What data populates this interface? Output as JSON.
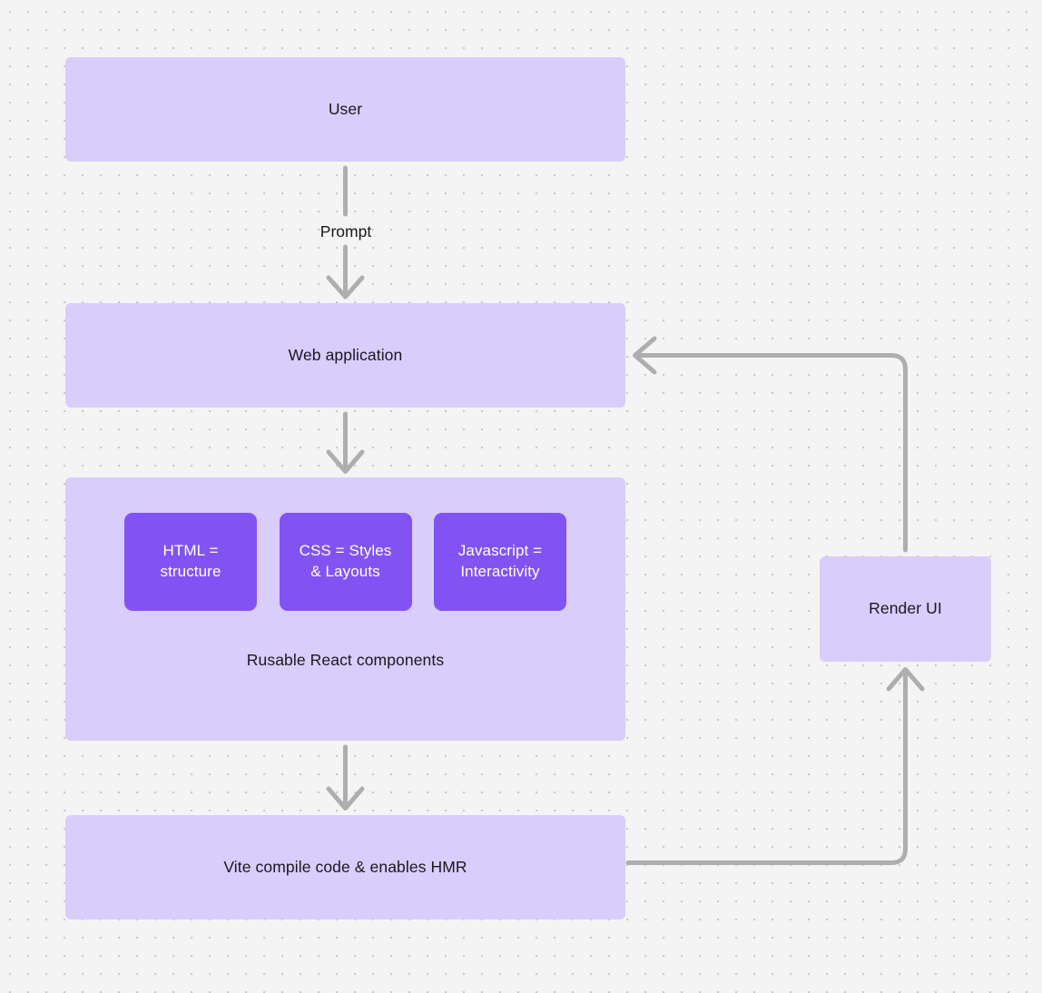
{
  "diagram": {
    "type": "flowchart",
    "background_color": "#F4F4F4",
    "node_fill_light": "#D9CDFB",
    "node_fill_solid": "#8253F3",
    "edge_color": "#AEAEAE",
    "text_color": "#18181F",
    "nodes": {
      "user": {
        "label": "User"
      },
      "webapp": {
        "label": "Web application"
      },
      "components": {
        "caption": "Rusable React components",
        "items": [
          {
            "label": "HTML = structure",
            "line1": "HTML =",
            "line2": "structure"
          },
          {
            "label": "CSS = Styles & Layouts",
            "line1": "CSS = Styles",
            "line2": "& Layouts"
          },
          {
            "label": "Javascript = Interactivity",
            "line1": "Javascript =",
            "line2": "Interactivity"
          }
        ]
      },
      "vite": {
        "label": "Vite compile code & enables HMR"
      },
      "render": {
        "label": "Render UI"
      }
    },
    "edges": [
      {
        "id": "user-to-webapp",
        "from": "user",
        "to": "webapp",
        "label": "Prompt"
      },
      {
        "id": "webapp-to-components",
        "from": "webapp",
        "to": "components",
        "label": ""
      },
      {
        "id": "components-to-vite",
        "from": "components",
        "to": "vite",
        "label": ""
      },
      {
        "id": "vite-to-render",
        "from": "vite",
        "to": "render",
        "label": ""
      },
      {
        "id": "render-to-webapp",
        "from": "render",
        "to": "webapp",
        "label": ""
      }
    ]
  }
}
